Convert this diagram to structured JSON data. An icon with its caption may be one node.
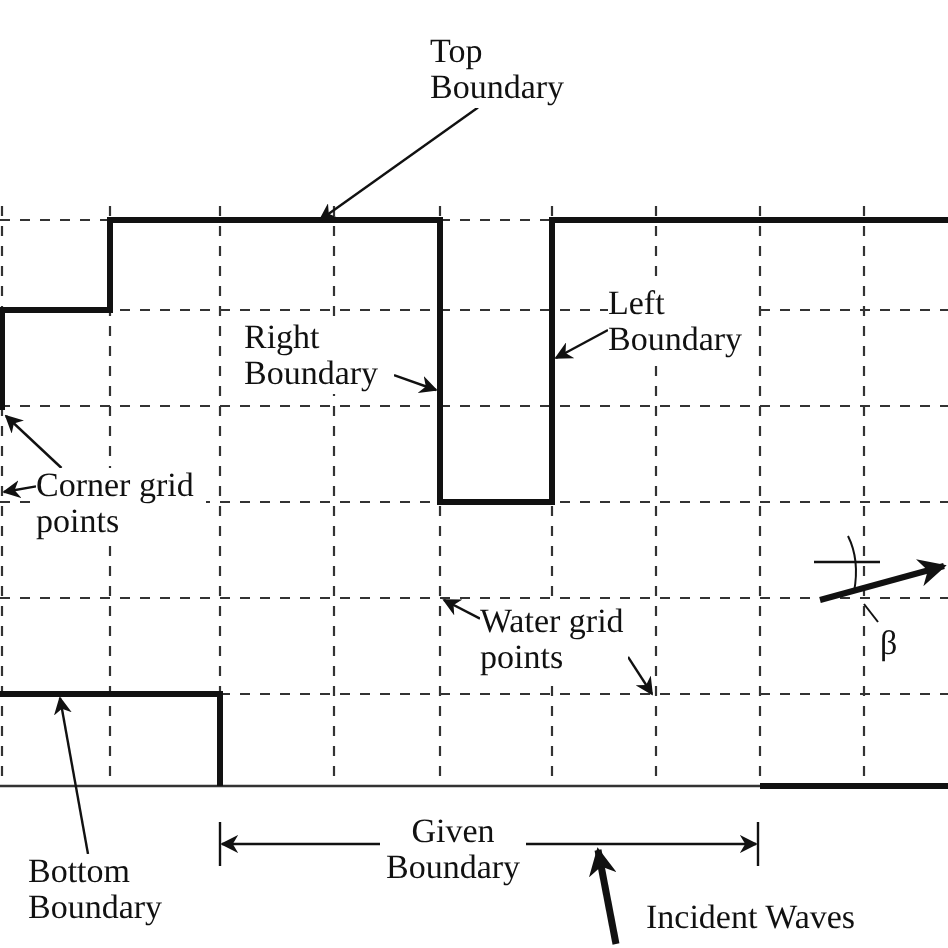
{
  "diagram": {
    "nodes": [
      {
        "text": [
          "Top Boundary"
        ]
      },
      {
        "text": [
          "Right Boundary"
        ]
      },
      {
        "text": [
          "Left Boundary"
        ]
      },
      {
        "text": [
          "Corner grid points"
        ]
      },
      {
        "text": [
          "Water grid points"
        ]
      },
      {
        "text": [
          "Bottom Boundary"
        ]
      }
    ],
    "edges": [
      {
        "from": 0,
        "to": null,
        "arrow": "to"
      },
      {
        "from": 1,
        "to": null,
        "arrow": "to"
      },
      {
        "from": 2,
        "to": null,
        "arrow": "to"
      },
      {
        "from": 3,
        "to": null,
        "arrow": "to"
      },
      {
        "from": 3,
        "to": null,
        "arrow": "to"
      },
      {
        "from": 4,
        "to": null,
        "arrow": "to"
      },
      {
        "from": 4,
        "to": null,
        "arrow": "to"
      },
      {
        "from": 5,
        "to": null,
        "arrow": "to"
      }
    ],
    "labels": [
      "Given Boundary",
      "Incident Waves",
      "β"
    ]
  }
}
